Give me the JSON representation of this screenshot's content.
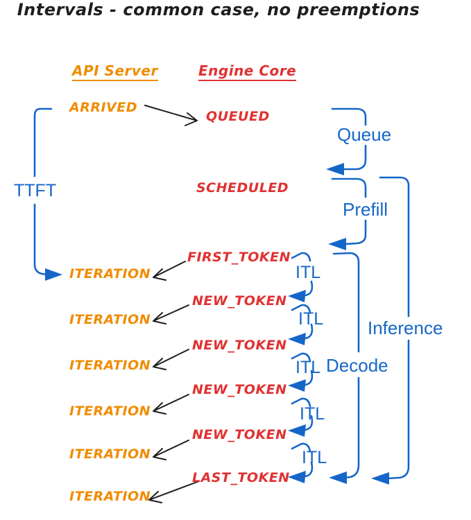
{
  "title": "Intervals - common case, no preemptions",
  "columns": {
    "api_server": {
      "label": "API Server"
    },
    "engine_core": {
      "label": "Engine Core"
    }
  },
  "api_server_events": [
    {
      "label": "ARRIVED"
    },
    {
      "label": "ITERATION"
    },
    {
      "label": "ITERATION"
    },
    {
      "label": "ITERATION"
    },
    {
      "label": "ITERATION"
    },
    {
      "label": "ITERATION"
    },
    {
      "label": "ITERATION"
    }
  ],
  "engine_core_events": [
    {
      "label": "QUEUED"
    },
    {
      "label": "SCHEDULED"
    },
    {
      "label": "FIRST_TOKEN"
    },
    {
      "label": "NEW_TOKEN"
    },
    {
      "label": "NEW_TOKEN"
    },
    {
      "label": "NEW_TOKEN"
    },
    {
      "label": "NEW_TOKEN"
    },
    {
      "label": "LAST_TOKEN"
    }
  ],
  "interval_labels": {
    "ttft": "TTFT",
    "queue": "Queue",
    "prefill": "Prefill",
    "itl": "ITL",
    "decode": "Decode",
    "inference": "Inference"
  },
  "colors": {
    "api_server_events": "#f08c00",
    "engine_core_events": "#e03131",
    "interval_brackets": "#1566c8",
    "connector_arrows": "#1e1e1e",
    "background": "#ffffff"
  }
}
